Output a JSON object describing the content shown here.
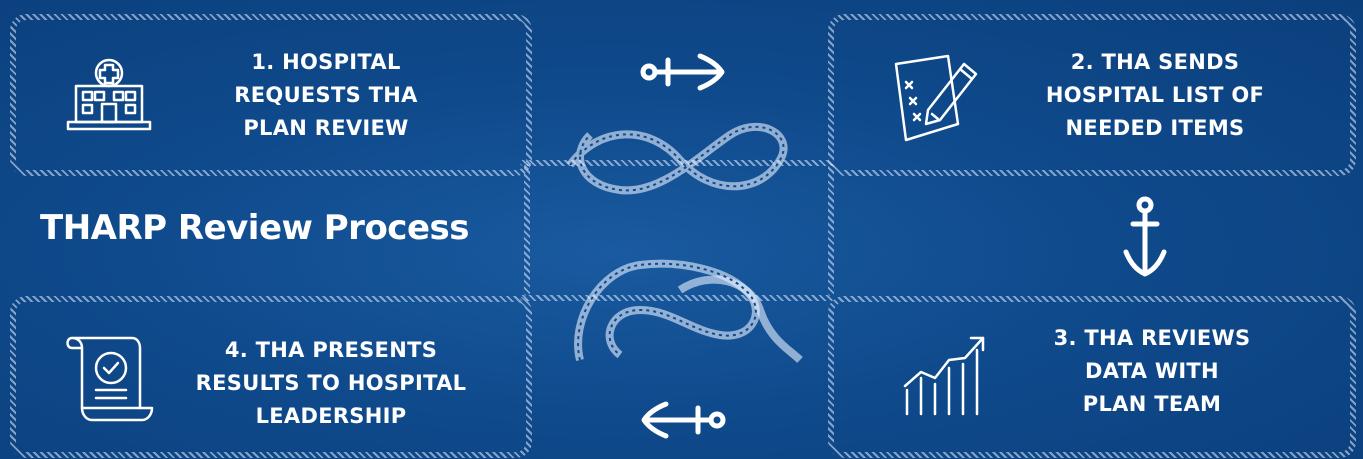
{
  "title": "THARP Review Process",
  "steps": [
    {
      "label": "1. HOSPITAL\nREQUESTS THA\nPLAN REVIEW",
      "icon": "hospital-icon"
    },
    {
      "label": "2. THA SENDS\nHOSPITAL LIST OF\nNEEDED ITEMS",
      "icon": "checklist-pencil-icon"
    },
    {
      "label": "3. THA REVIEWS\nDATA WITH\nPLAN TEAM",
      "icon": "growth-chart-icon"
    },
    {
      "label": "4. THA PRESENTS\nRESULTS TO HOSPITAL\nLEADERSHIP",
      "icon": "certificate-scroll-icon"
    }
  ],
  "colors": {
    "background": "#0f4a8c",
    "foreground": "#ffffff"
  },
  "connectors": [
    "anchor-arrow-right-icon",
    "anchor-arrow-down-icon",
    "anchor-arrow-left-icon"
  ]
}
